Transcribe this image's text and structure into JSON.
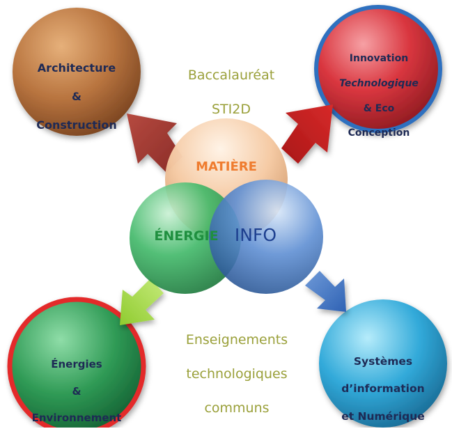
{
  "title": {
    "line1": "Baccalauréat",
    "line2": "STI2D"
  },
  "core": {
    "matiere": "MATIÈRE",
    "energie": "ÉNERGIE",
    "info": "INFO"
  },
  "caption": {
    "line1": "Enseignements",
    "line2": "technologiques",
    "line3": "communs"
  },
  "specialties": [
    {
      "id": "ac",
      "lines": [
        "Architecture",
        "&",
        "Construction"
      ],
      "color": "#b8743f"
    },
    {
      "id": "itec",
      "lines": [
        "Innovation",
        "Technologique",
        "& Eco",
        "Conception"
      ],
      "color": "#d9363f",
      "border": "#2f6fbf"
    },
    {
      "id": "ee",
      "lines": [
        "Énergies",
        "&",
        "Environnement"
      ],
      "color": "#2f9a55",
      "border": "#e32a2a"
    },
    {
      "id": "sin",
      "lines": [
        "Systèmes",
        "d’information",
        "et Numérique"
      ],
      "color": "#31a9d9"
    }
  ],
  "colors": {
    "title": "#9aa03a",
    "matiere": "#f3bd93",
    "energie": "#40b868",
    "info": "#5f8fd3",
    "arrow_ac": "#a23a33",
    "arrow_itec": "#bf1c1c",
    "arrow_ee": "#9fd63e",
    "arrow_sin": "#3f74c6"
  }
}
